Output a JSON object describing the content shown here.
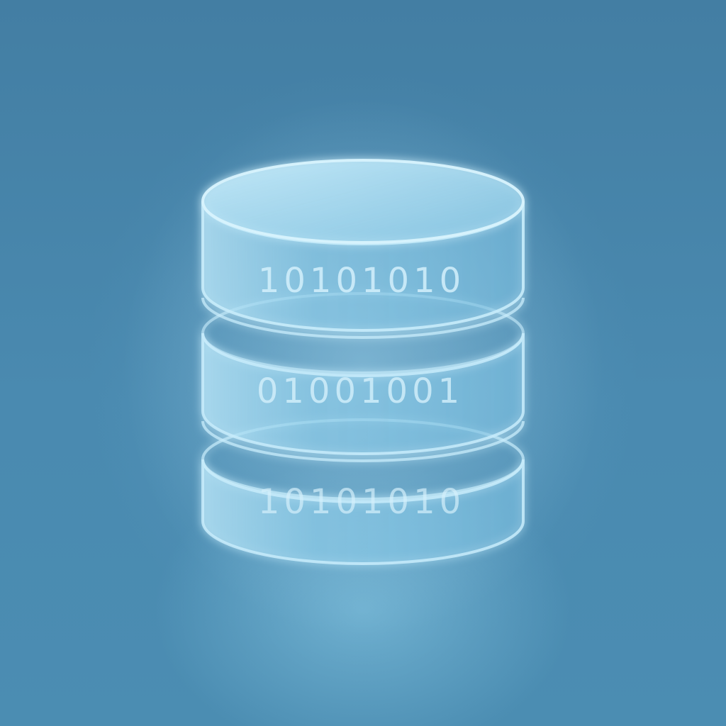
{
  "database": {
    "icon": "database-icon",
    "disks": [
      {
        "bits": "10101010"
      },
      {
        "bits": "01001001"
      },
      {
        "bits": "10101010"
      }
    ]
  },
  "colors": {
    "background": "#4683a8",
    "glass_fill": "#8fd0ec",
    "glass_edge": "#c8ecfb",
    "digits": "#d4f0fb"
  }
}
